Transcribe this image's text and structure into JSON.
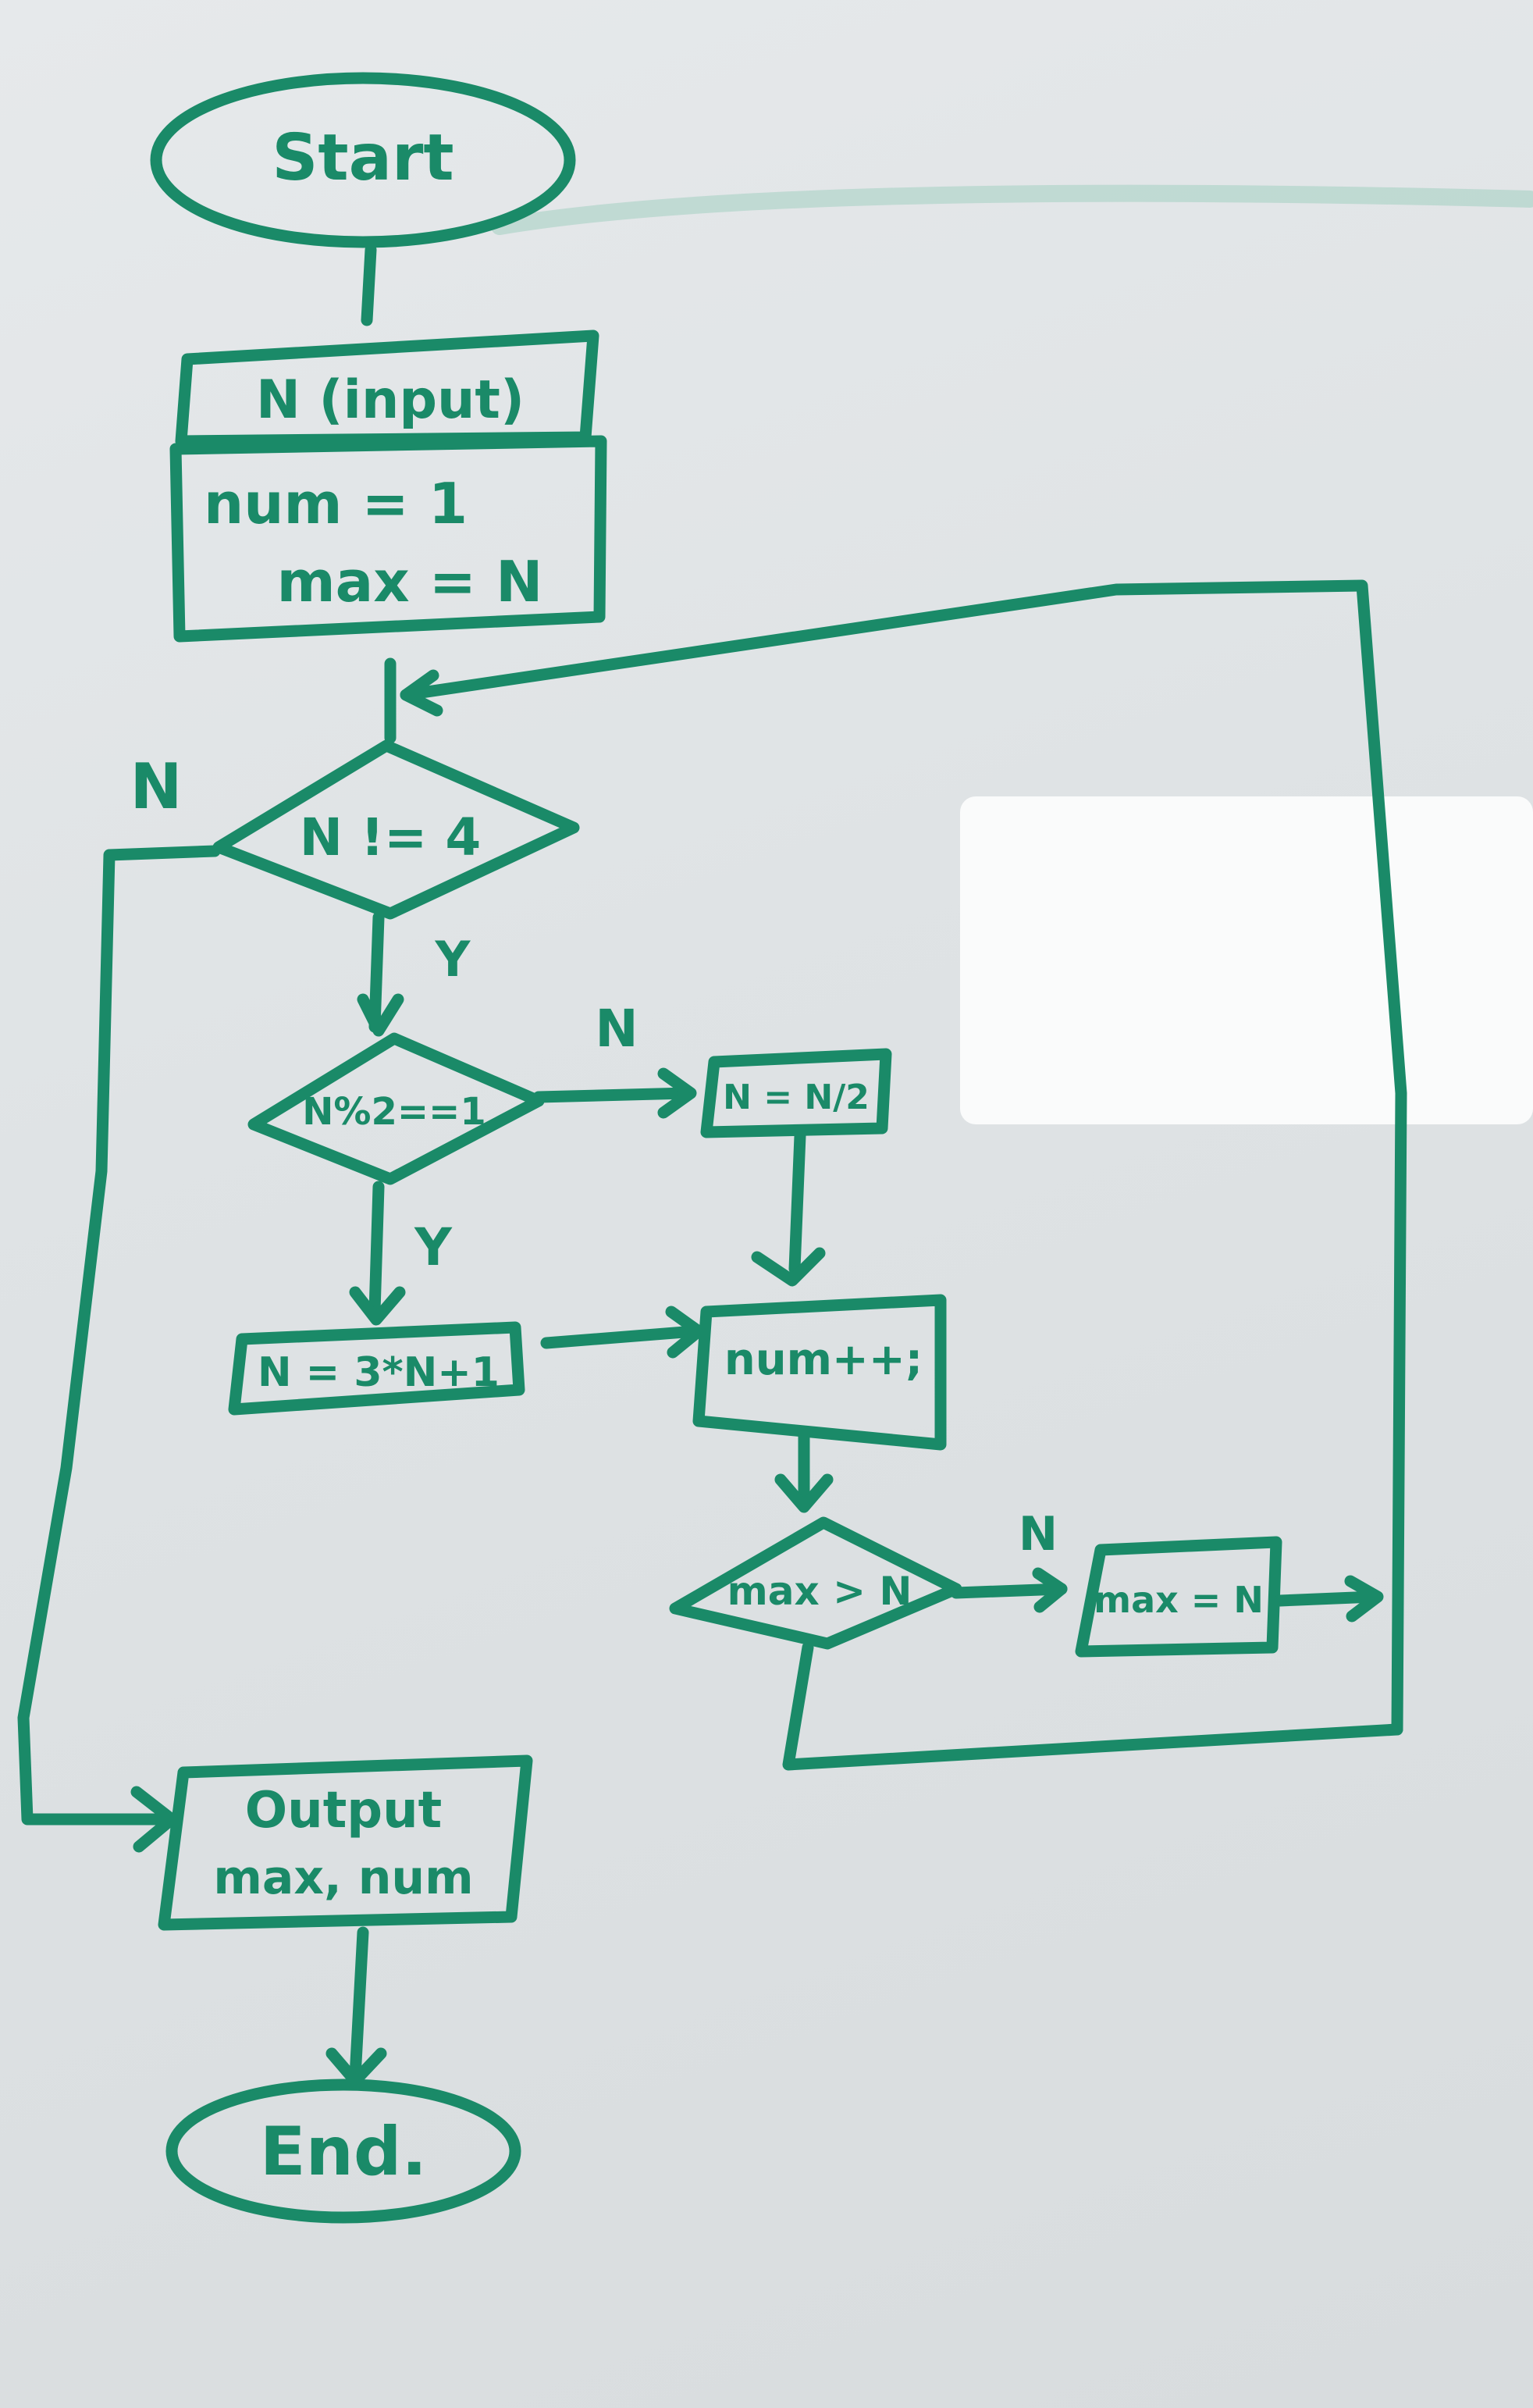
{
  "colors": {
    "ink": "#1a8a68",
    "board": "#dfe3e5"
  },
  "flowchart": {
    "start": "Start",
    "input_label": "N (input)",
    "init_line1": "num = 1",
    "init_line2": "max = N",
    "cond1": "N != 4",
    "cond1_yes": "Y",
    "cond1_no": "N",
    "cond2": "N%2==1",
    "cond2_yes": "Y",
    "cond2_no": "N",
    "odd_step": "N = 3*N+1",
    "even_step": "N = N/2",
    "increment": "num++;",
    "cond3": "max > N",
    "cond3_no": "N",
    "update_max": "max = N",
    "output_line1": "Output",
    "output_line2": "max, num",
    "end": "End."
  }
}
